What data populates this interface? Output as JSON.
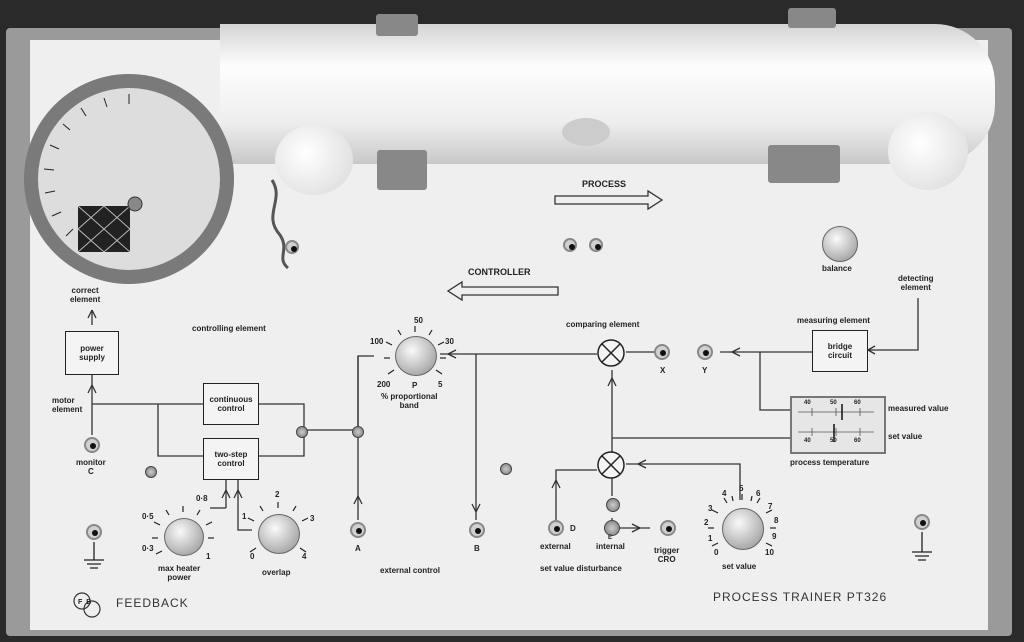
{
  "panel_labels": {
    "process": "PROCESS",
    "controller": "CONTROLLER",
    "balance": "balance",
    "detecting_element_1": "detecting",
    "detecting_element_2": "element",
    "correcting_element_1": "correct",
    "correcting_element_2": "element",
    "controlling_element": "controlling element",
    "comparing_element": "comparing element",
    "measuring_element": "measuring element",
    "motor_element_1": "motor",
    "motor_element_2": "element",
    "measured_value": "measured value",
    "set_value": "set value",
    "process_temperature": "process  temperature",
    "proportional_band_1": "% proportional",
    "proportional_band_2": "band",
    "monitor": "monitor",
    "monitor_c": "C",
    "max_heater_power_1": "max heater",
    "max_heater_power_2": "power",
    "overlap": "overlap",
    "external_control": "external control",
    "set_value_disturbance": "set value disturbance",
    "set_value_knob": "set value",
    "external": "external",
    "internal": "internal",
    "trigger_1": "trigger",
    "trigger_2": "CRO",
    "x": "X",
    "y": "Y",
    "a": "A",
    "b": "B",
    "d": "D",
    "e": "E"
  },
  "boxes": {
    "power_supply_1": "power",
    "power_supply_2": "supply",
    "continuous_control_1": "continuous",
    "continuous_control_2": "control",
    "two_step_control_1": "two-step",
    "two_step_control_2": "control",
    "bridge_circuit_1": "bridge",
    "bridge_circuit_2": "circuit"
  },
  "dial_scales": {
    "proportional_band": [
      "100",
      "50",
      "30",
      "200",
      "P",
      "5"
    ],
    "max_heater_power": [
      "0·5",
      "0·8",
      "0·3",
      "1"
    ],
    "overlap": [
      "2",
      "1",
      "3",
      "0",
      "4"
    ],
    "set_value": [
      "4",
      "6",
      "3",
      "7",
      "2",
      "8",
      "1",
      "9",
      "0",
      "10",
      "5"
    ]
  },
  "meter_scale": [
    "40",
    "50",
    "60",
    "40",
    "50",
    "60"
  ],
  "brand": {
    "logo": "FB",
    "name": "FEEDBACK",
    "product": "PROCESS  TRAINER   PT326"
  }
}
